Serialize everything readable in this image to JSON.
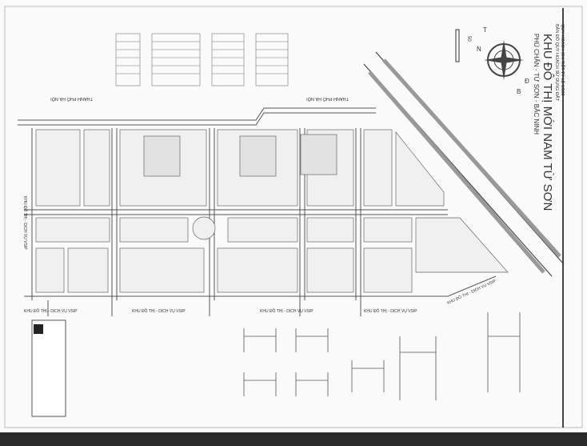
{
  "title_block": {
    "line1": "QUY HOẠCH CHI TIẾT TỶ LỆ 1/500",
    "line2": "BẢN ĐỒ QUY HOẠCH SỬ DỤNG ĐẤT",
    "main_title": "KHU ĐÔ THỊ MỚI NAM TỪ SƠN",
    "subtitle": "PHÙ CHẨN - TỪ SƠN - BẮC NINH"
  },
  "compass": {
    "n": "B",
    "s": "N",
    "e": "Đ",
    "w": "T"
  },
  "scale_label": "50",
  "boundary_labels": {
    "top_left": "THÀNH PHỐ HÀ NỘI",
    "top_right": "THÀNH PHỐ HÀ NỘI",
    "left": "KHU ĐÔ THỊ - DỊCH VỤ VSIP",
    "bottom": [
      "KHU ĐÔ THỊ - DỊCH VỤ VSIP",
      "KHU ĐÔ THỊ - DỊCH VỤ VSIP",
      "KHU ĐÔ THỊ - DỊCH VỤ VSIP",
      "KHU ĐÔ THỊ - DỊCH VỤ VSIP"
    ],
    "right": "KHU ĐÔ THỊ - DỊCH VỤ VSIP"
  },
  "colors": {
    "paper": "#fafafa",
    "ink": "#555555",
    "background": "#2a2a2a"
  }
}
